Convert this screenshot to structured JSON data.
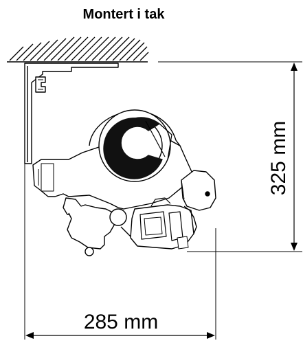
{
  "title": "Montert i tak",
  "dimensions": {
    "height_label": "325 mm",
    "width_label": "285 mm"
  }
}
